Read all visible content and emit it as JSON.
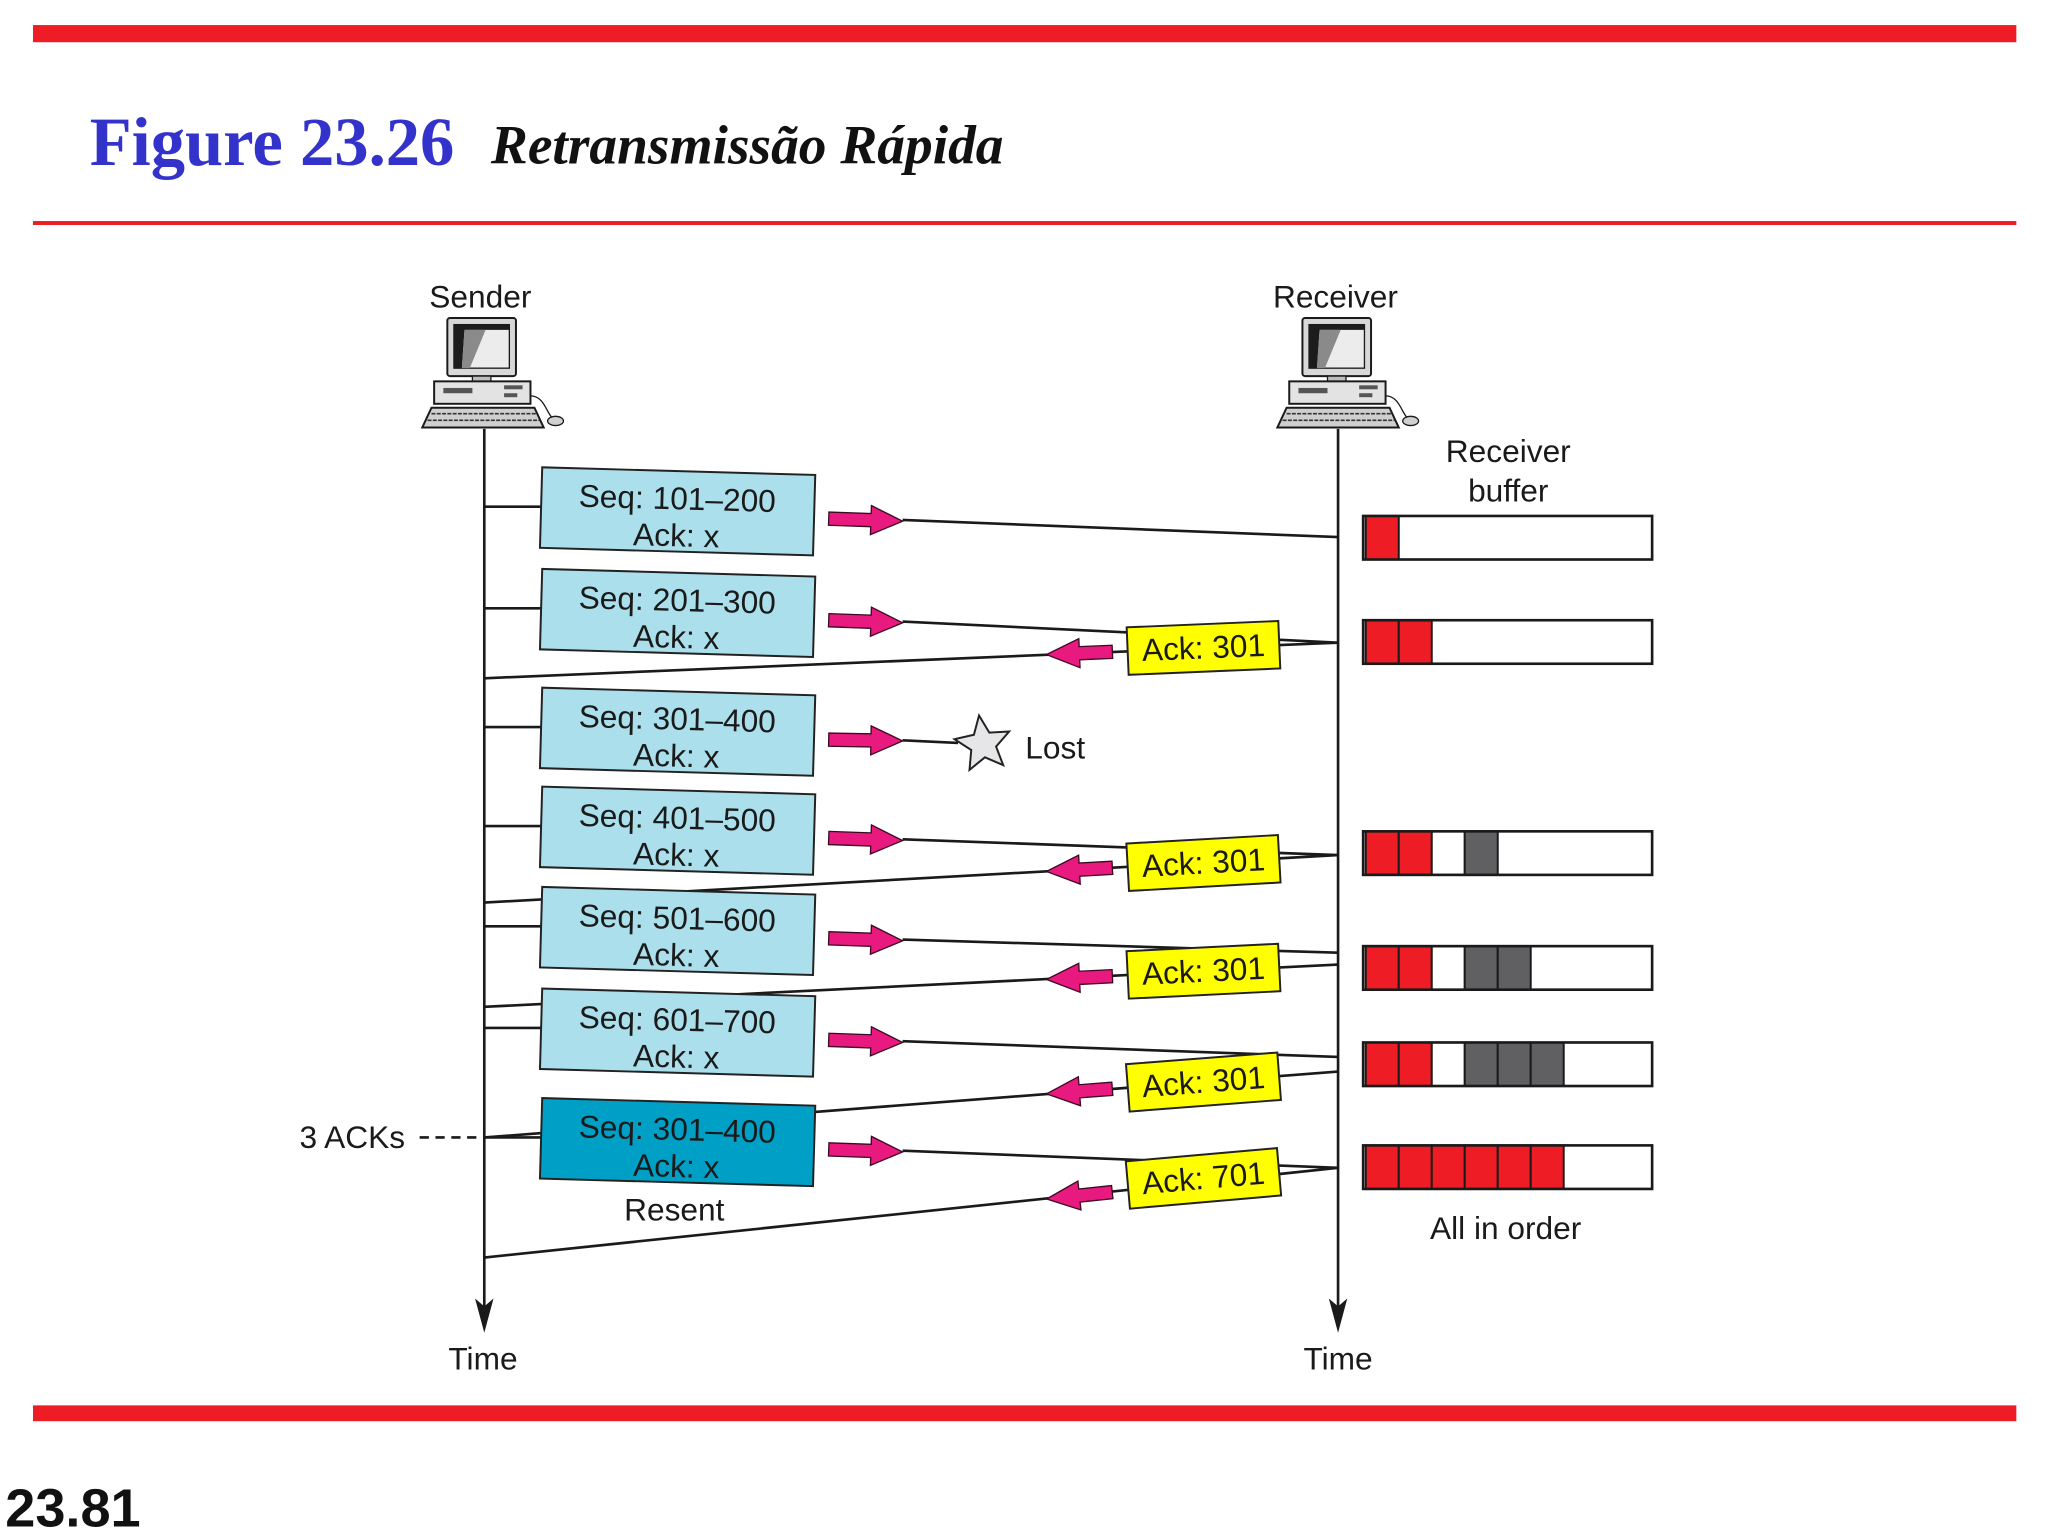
{
  "slide": {
    "figure_label": "Figure 23.26",
    "title": "Retransmissão Rápida",
    "page_number": "23.81"
  },
  "colors": {
    "rule": "#ee1c24",
    "figure_label": "#3333cc",
    "segment": "#aadfeb",
    "segment_resent": "#009fc6",
    "ack": "#ffff00",
    "arrow": "#e8197f",
    "lost_marker": "#e6e6e8",
    "buffer_received": "#ee1c24",
    "buffer_empty": "#ffffff",
    "buffer_held": "#606062"
  },
  "diagram": {
    "sender_label": "Sender",
    "receiver_label": "Receiver",
    "time_label": "Time",
    "buffer_label": [
      "Receiver",
      "buffer"
    ],
    "segments": [
      {
        "seq": "Seq: 101–200",
        "ack": "Ack: x"
      },
      {
        "seq": "Seq: 201–300",
        "ack": "Ack: x"
      },
      {
        "seq": "Seq: 301–400",
        "ack": "Ack: x"
      },
      {
        "seq": "Seq: 401–500",
        "ack": "Ack: x"
      },
      {
        "seq": "Seq: 501–600",
        "ack": "Ack: x"
      },
      {
        "seq": "Seq: 601–700",
        "ack": "Ack: x"
      },
      {
        "seq": "Seq: 301–400",
        "ack": "Ack: x",
        "note": "Resent"
      }
    ],
    "lost_label": "Lost",
    "acks": [
      "Ack: 301",
      "Ack: 301",
      "Ack: 301",
      "Ack: 301",
      "Ack: 701"
    ],
    "three_acks_label": "3 ACKs",
    "buffers": [
      [
        "received"
      ],
      [
        "received",
        "received"
      ],
      [
        "received",
        "received",
        "empty",
        "held"
      ],
      [
        "received",
        "received",
        "empty",
        "held",
        "held"
      ],
      [
        "received",
        "received",
        "empty",
        "held",
        "held",
        "held"
      ],
      [
        "received",
        "received",
        "received",
        "received",
        "received",
        "received"
      ]
    ],
    "buffer_caption": "All in order"
  }
}
